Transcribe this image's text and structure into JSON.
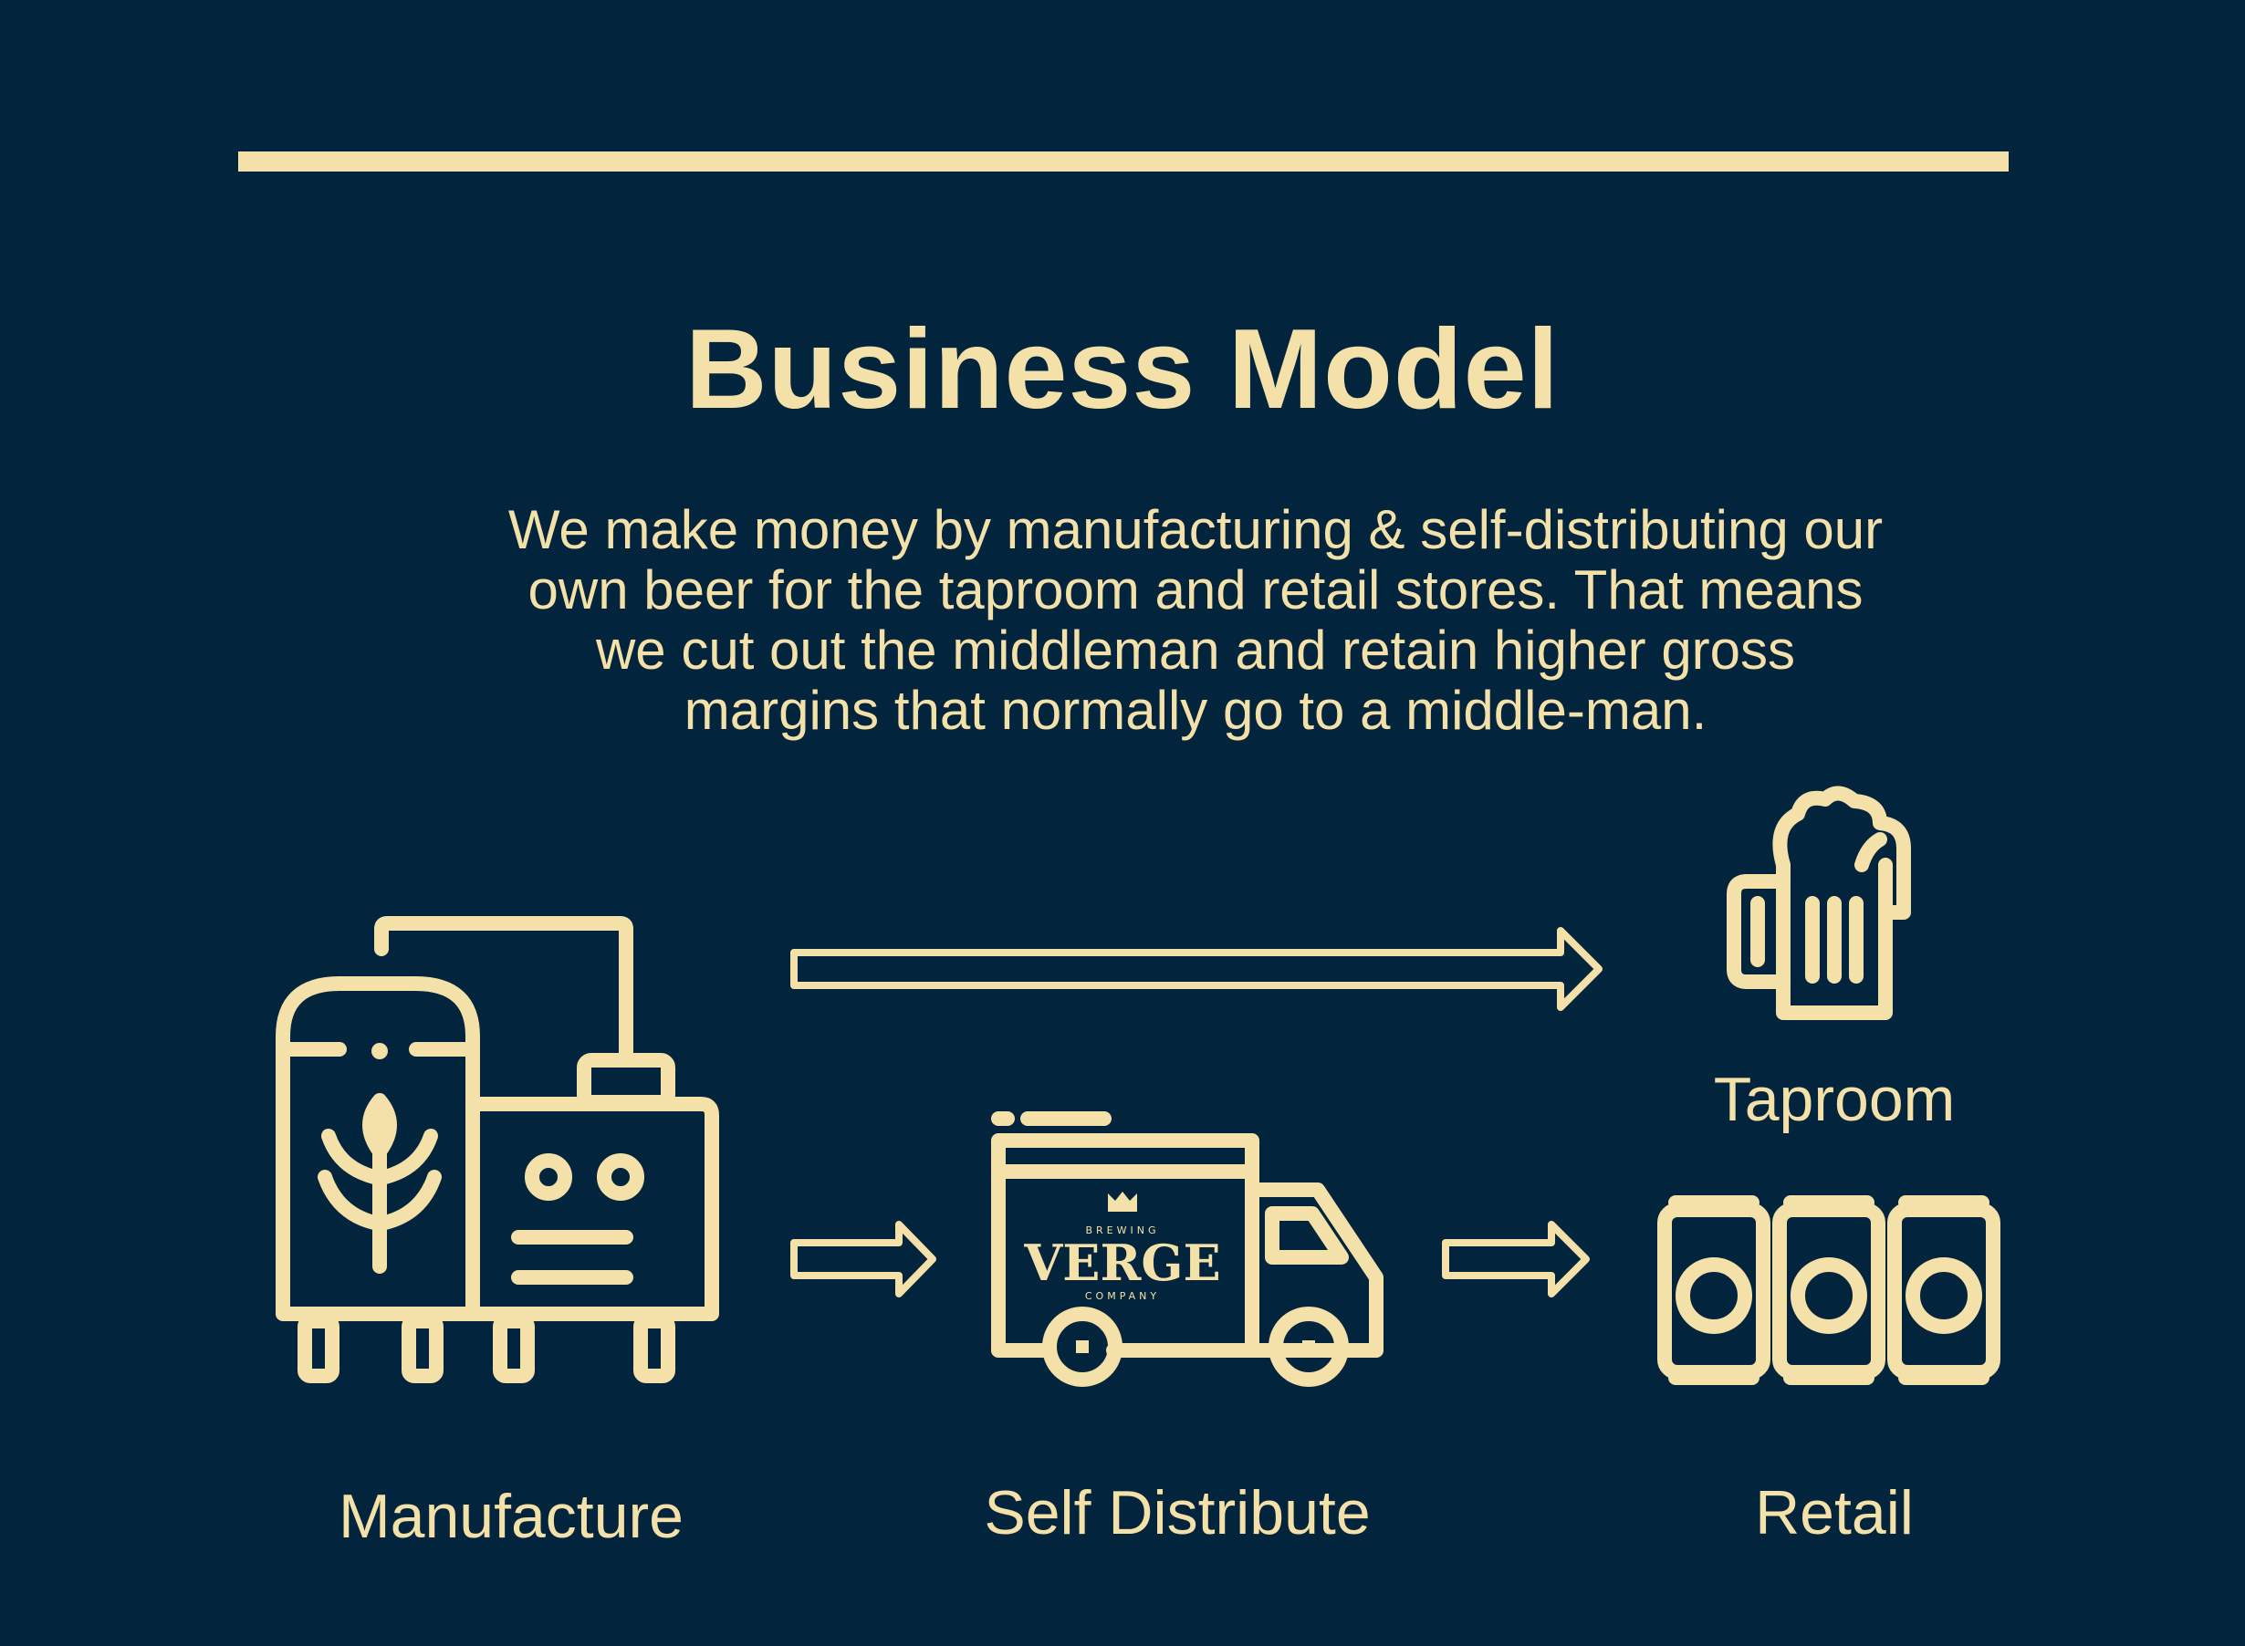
{
  "slide": {
    "title": "Business Model",
    "description": [
      "We make money by manufacturing & self-distributing our",
      "own beer for the taproom and retail stores. That means",
      "we cut out the middleman and retain higher gross",
      "margins that normally go to a middle-man."
    ]
  },
  "nodes": {
    "manufacture": {
      "label": "Manufacture",
      "icon": "brewery-tanks-icon"
    },
    "distribute": {
      "label": "Self Distribute",
      "icon": "delivery-truck-icon"
    },
    "taproom": {
      "label": "Taproom",
      "icon": "beer-mug-icon"
    },
    "retail": {
      "label": "Retail",
      "icon": "beer-cans-icon"
    }
  },
  "truck_logo": {
    "top": "BREWING",
    "name": "VERGE",
    "bottom": "COMPANY"
  },
  "edges": [
    {
      "from": "manufacture",
      "to": "taproom"
    },
    {
      "from": "manufacture",
      "to": "distribute"
    },
    {
      "from": "distribute",
      "to": "retail"
    }
  ],
  "colors": {
    "background": "#02253d",
    "accent": "#f4e0a9"
  }
}
